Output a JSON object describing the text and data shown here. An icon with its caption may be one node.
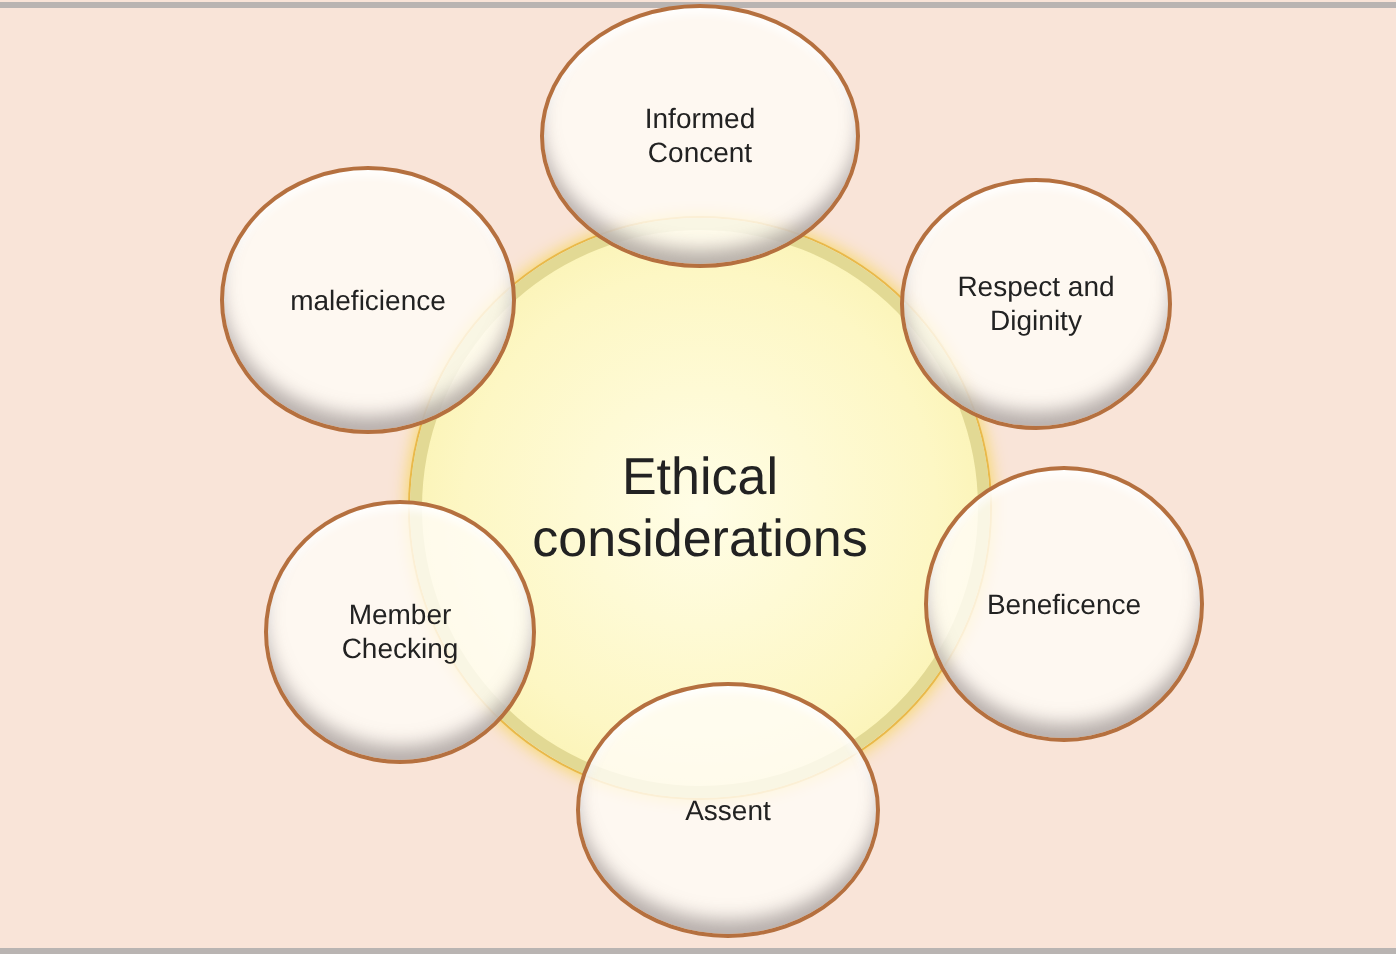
{
  "diagram": {
    "nodes": [
      {
        "text": [
          "Ethical considerations"
        ]
      },
      {
        "text": [
          "Informed Concent"
        ]
      },
      {
        "text": [
          "Respect and Diginity"
        ]
      },
      {
        "text": [
          "Beneficence"
        ]
      },
      {
        "text": [
          "Assent"
        ]
      },
      {
        "text": [
          "Member Checking"
        ]
      },
      {
        "text": [
          "maleficience"
        ]
      }
    ]
  }
}
